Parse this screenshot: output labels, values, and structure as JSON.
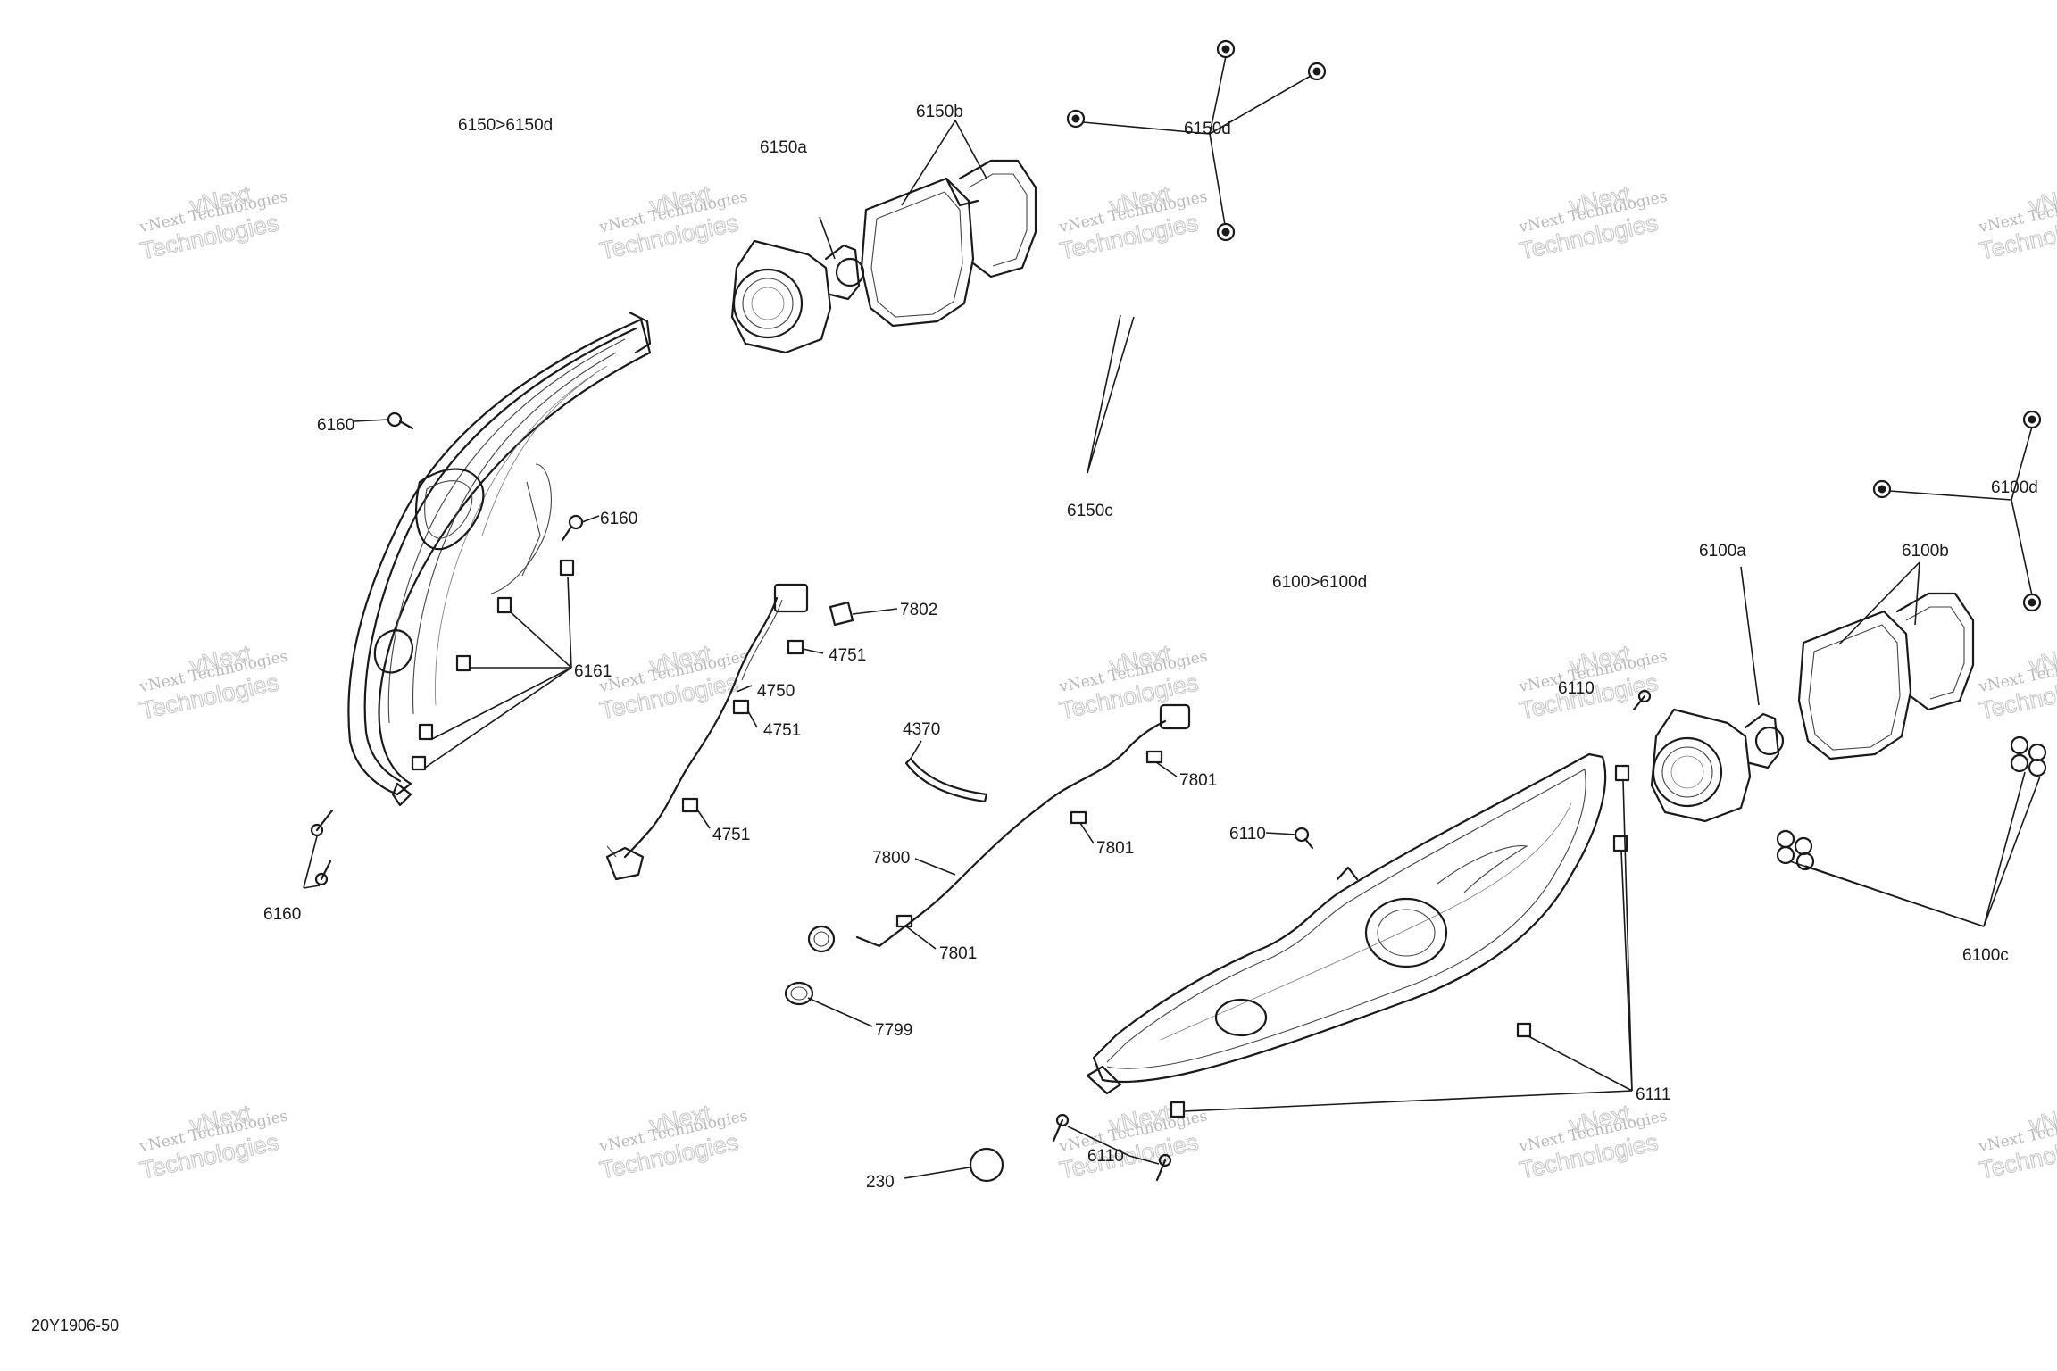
{
  "diagram_id": "20Y1906-50",
  "watermark": {
    "line1": "vNext Technologies",
    "line2": "Technologies",
    "script": "vNext"
  },
  "labels": {
    "group_left": "6150>6150d",
    "group_right": "6100>6100d",
    "p6150a": "6150a",
    "p6150b": "6150b",
    "p6150c": "6150c",
    "p6150d": "6150d",
    "p6160_a": "6160",
    "p6160_b": "6160",
    "p6160_c": "6160",
    "p6161": "6161",
    "p7802": "7802",
    "p4751_a": "4751",
    "p4750": "4750",
    "p4751_b": "4751",
    "p4751_c": "4751",
    "p4370": "4370",
    "p7801_a": "7801",
    "p7801_b": "7801",
    "p7801_c": "7801",
    "p7800": "7800",
    "p7799": "7799",
    "p230": "230",
    "p6110_a": "6110",
    "p6110_b": "6110",
    "p6110_c": "6110",
    "p6111": "6111",
    "p6100a": "6100a",
    "p6100b": "6100b",
    "p6100c": "6100c",
    "p6100d": "6100d"
  }
}
